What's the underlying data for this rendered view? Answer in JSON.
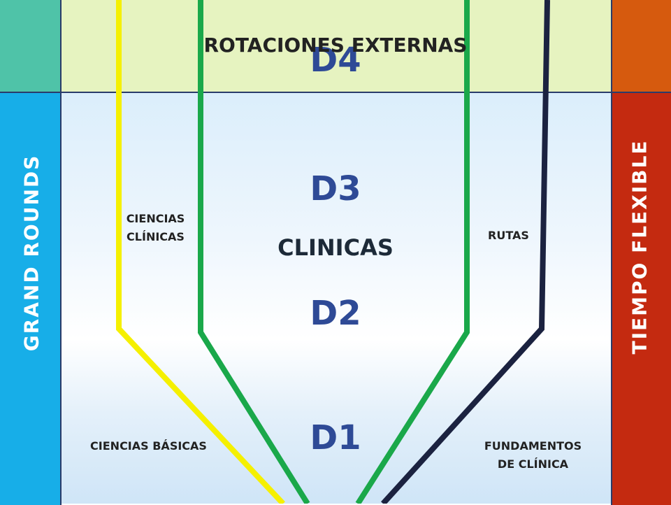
{
  "columns": {
    "left_label": "GRAND ROUNDS",
    "right_label": "TIEMPO FLEXIBLE"
  },
  "top_band": {
    "label": "ROTACIONES EXTERNAS"
  },
  "center": {
    "label": "CLINICAS"
  },
  "levels": [
    "D4",
    "D3",
    "D2",
    "D1"
  ],
  "track_labels": {
    "ciencias_clinicas_line1": "CIENCIAS",
    "ciencias_clinicas_line2": "CLÍNICAS",
    "rutas": "RUTAS",
    "ciencias_basicas": "CIENCIAS BÁSICAS",
    "fundamentos_line1": "FUNDAMENTOS",
    "fundamentos_line2": "DE CLÍNICA"
  },
  "colors": {
    "yellow_track": "#f5f000",
    "green_track": "#1aa84a",
    "navy_track": "#1b2240",
    "left_column": "#17aee8",
    "right_column": "#c42a10",
    "level_text": "#2e4a96"
  }
}
